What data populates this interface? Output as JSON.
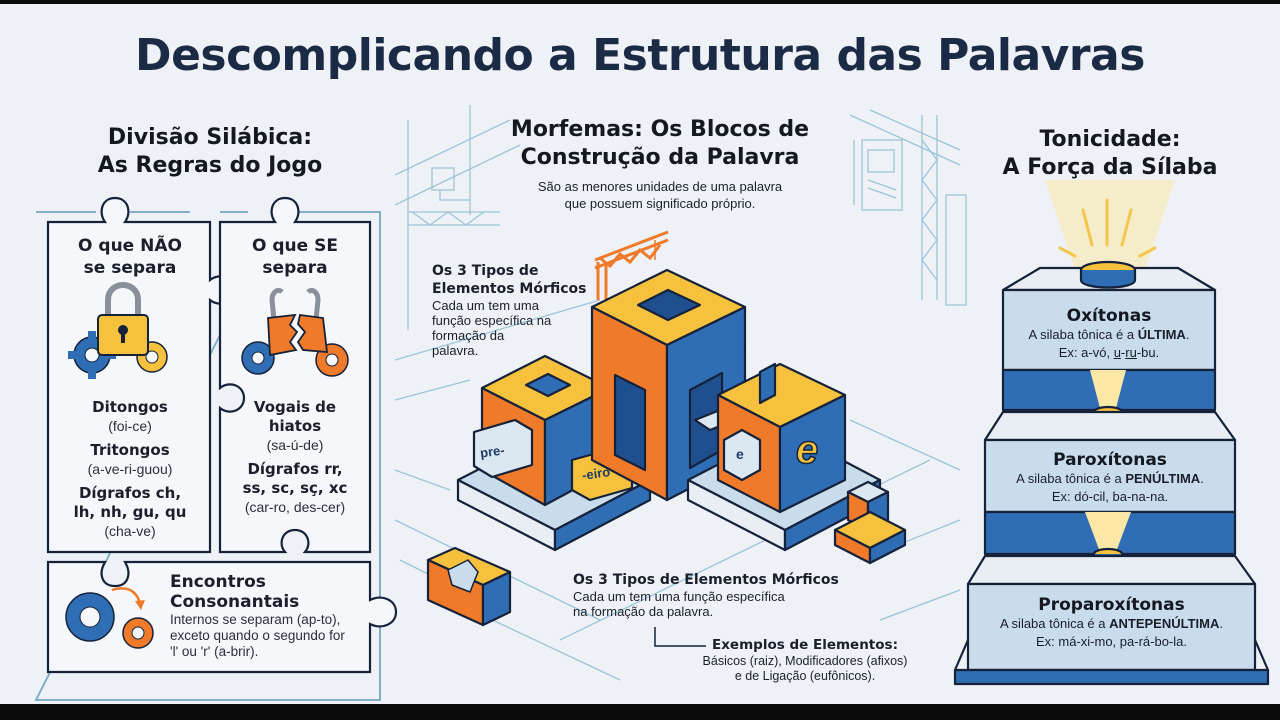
{
  "title": "Descomplicando a Estrutura das Palavras",
  "left_section": {
    "title_line1": "Divisão Silábica:",
    "title_line2": "As Regras do Jogo",
    "not_separate": {
      "heading_line1": "O que NÃO",
      "heading_line2": "se separa",
      "icon": "locked-padlock-with-gears-icon",
      "items": [
        {
          "label": "Ditongos",
          "example": "(foi-ce)"
        },
        {
          "label": "Tritongos",
          "example": "(a-ve-ri-guou)"
        },
        {
          "label_line1": "Dígrafos ch,",
          "label_line2": "lh, nh, gu, qu",
          "example": "(cha-ve)"
        }
      ]
    },
    "separate": {
      "heading_line1": "O que SE",
      "heading_line2": "separa",
      "icon": "broken-padlock-with-gears-icon",
      "items": [
        {
          "label_line1": "Vogais de",
          "label_line2": "hiatos",
          "example": "(sa-ú-de)"
        },
        {
          "label_line1": "Dígrafos rr,",
          "label_line2": "ss, sc, sç, xc",
          "example": "(car-ro, des-cer)"
        }
      ]
    },
    "consonant_clusters": {
      "title_line1": "Encontros",
      "title_line2": "Consonantais",
      "icon": "gears-with-arrow-icon",
      "desc_line1": "Internos se separam (ap-to),",
      "desc_line2": "exceto quando o segundo for",
      "desc_line3": "'l' ou 'r' (a-brir)."
    }
  },
  "center_section": {
    "title_line1": "Morfemas: Os Blocos de",
    "title_line2": "Construção da Palavra",
    "subtitle_line1": "São as menores unidades de uma palavra",
    "subtitle_line2": "que possuem significado próprio.",
    "side_callout": {
      "title_line1": "Os 3 Tipos de",
      "title_line2": "Elementos Mórficos",
      "desc_line1": "Cada um tem uma",
      "desc_line2": "função específica na",
      "desc_line3": "formação da",
      "desc_line4": "palavra."
    },
    "blocks": {
      "prefix_label": "pre-",
      "suffix_label": "-eiro",
      "small_e_label": "e",
      "big_e_label": "e"
    },
    "bottom_callout": {
      "title": "Os 3 Tipos de Elementos Mórficos",
      "desc_line1": "Cada um tem uma função específica",
      "desc_line2": "na formação da palavra."
    },
    "examples": {
      "title": "Exemplos de Elementos:",
      "line1": "Básicos (raiz), Modificadores (afixos)",
      "line2": "e de Ligação (eufônicos)."
    }
  },
  "right_section": {
    "title_line1": "Tonicidade:",
    "title_line2": "A Força da Sílaba",
    "tiers": [
      {
        "title": "Oxítonas",
        "line_pre": "A silaba tônica é a ",
        "line_bold": "ÚLTIMA",
        "line_post": ".",
        "example_pre": "Ex: a-vó, ",
        "example_u1": "u",
        "example_mid": "-",
        "example_u2": "ru",
        "example_post": "-bu."
      },
      {
        "title": "Paroxítonas",
        "line_pre": "A silaba tônica é a ",
        "line_bold": "PENÚLTIMA",
        "line_post": ".",
        "example": "Ex: dó-cil, ba-na-na."
      },
      {
        "title": "Proparoxítonas",
        "line_pre": "A silaba tônica é a ",
        "line_bold": "ANTEPENÚLTIMA",
        "line_post": ".",
        "example": "Ex: má-xi-mo, pa-rá-bo-la."
      }
    ]
  },
  "colors": {
    "navy": "#1b2a45",
    "blue": "#2f6db5",
    "orange": "#ee7a2a",
    "yellow": "#f6c23e",
    "light_blue": "#c9dceb",
    "outline": "#15223a",
    "sketch": "#7fb0c8"
  }
}
